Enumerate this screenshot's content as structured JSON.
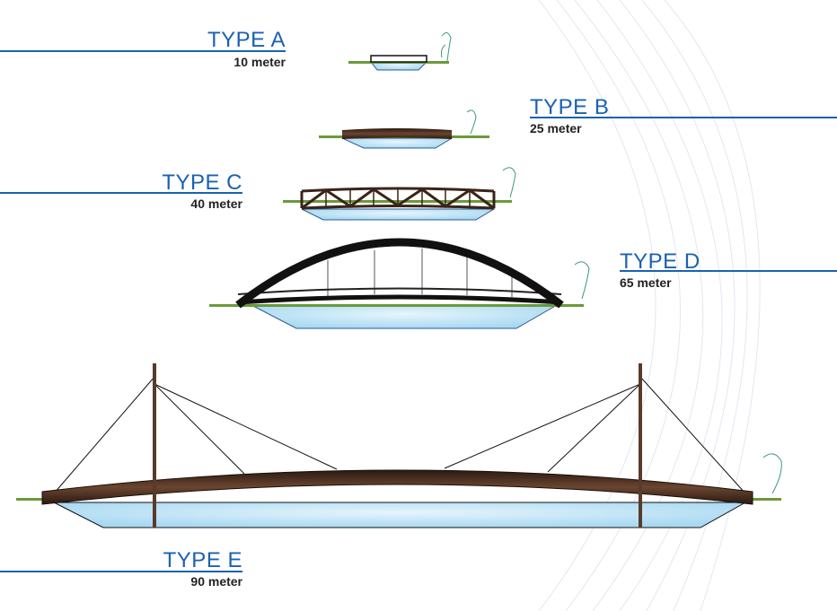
{
  "colors": {
    "accent": "#1a62b0",
    "water": "#bfe3f5",
    "deck": "#3a2418",
    "grass": "#6a9a3a"
  },
  "bridges": [
    {
      "type": "TYPE A",
      "span": "10 meter"
    },
    {
      "type": "TYPE B",
      "span": "25 meter"
    },
    {
      "type": "TYPE C",
      "span": "40 meter"
    },
    {
      "type": "TYPE D",
      "span": "65 meter"
    },
    {
      "type": "TYPE E",
      "span": "90 meter"
    }
  ]
}
